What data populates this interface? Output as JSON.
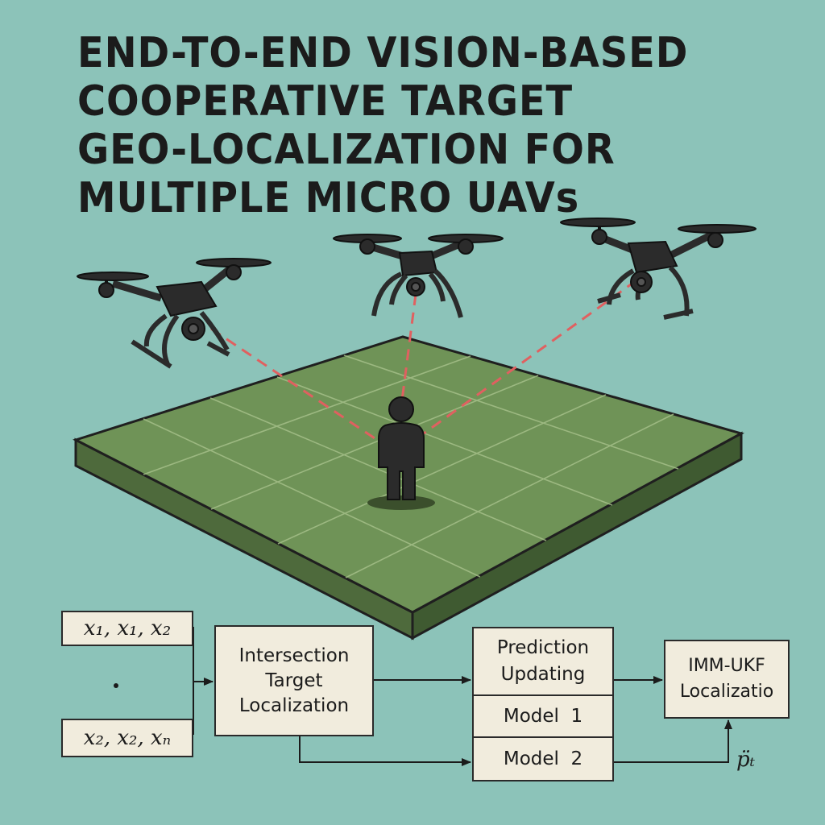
{
  "title_lines": [
    "END-TO-END VISION-BASED",
    "COOPERATIVE TARGET",
    "GEO-LOCALIZATION FOR",
    "MULTIPLE MICRO UAVs"
  ],
  "inputs": {
    "first": "x₁, x₁, x₂",
    "last": "x₂, x₂, xₙ"
  },
  "intersection": {
    "lines": [
      "Intersection",
      "Target",
      "Localization"
    ]
  },
  "prediction": {
    "line1": "Prediction",
    "line2": "Updating",
    "model1": "Model  1",
    "model2": "Model  2"
  },
  "imm": {
    "line1": "IMM-UKF",
    "line2": "Localizatio"
  },
  "output_label": "p̈ₜ",
  "colors": {
    "background": "#8cc3b9",
    "field": "#6f9357",
    "field_side": "#4e6a3c",
    "box": "#f1ecdd",
    "sightline": "#e06060",
    "drone": "#2b2b2b"
  }
}
